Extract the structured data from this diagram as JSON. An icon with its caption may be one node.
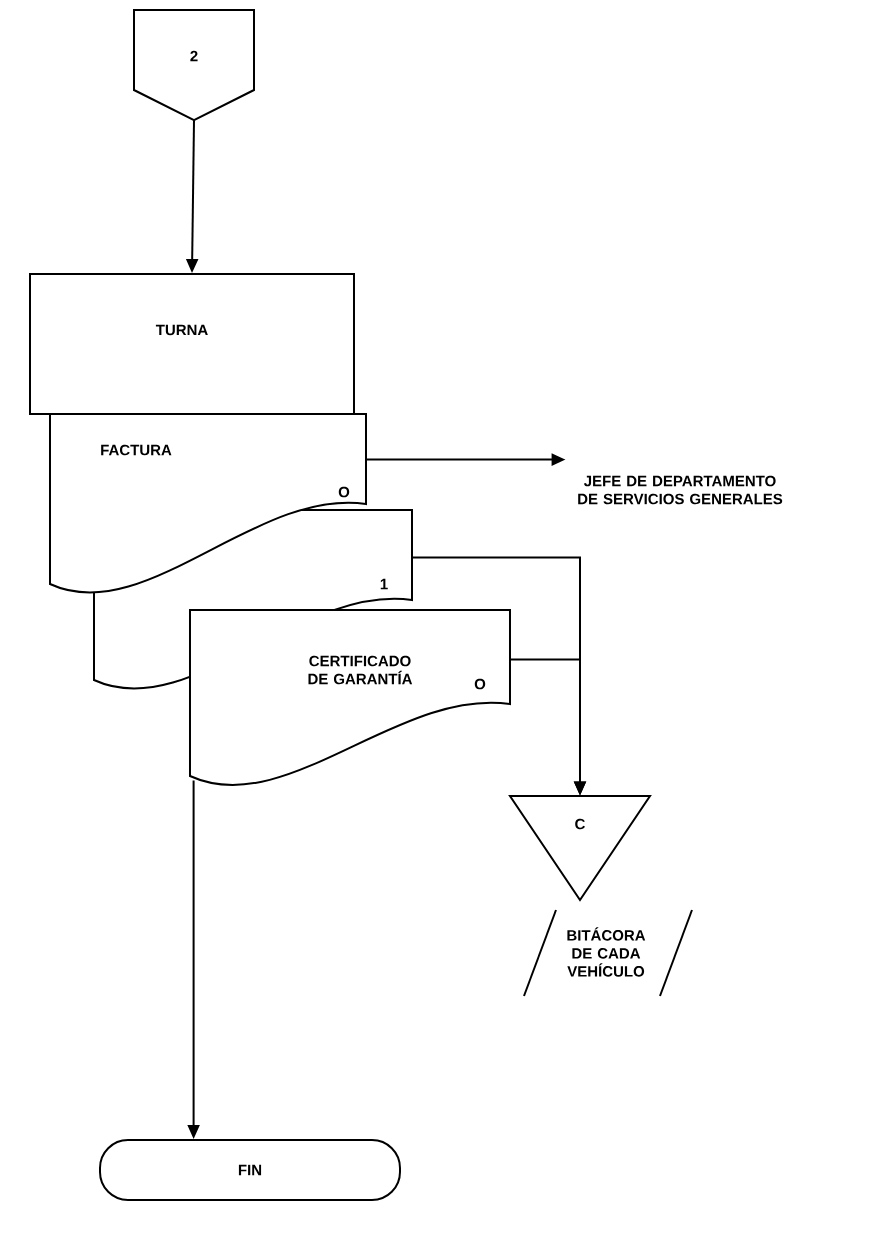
{
  "diagram": {
    "nodes": [
      {
        "text": [
          "2"
        ]
      },
      {
        "text": [
          "TURNA"
        ]
      },
      {
        "text": [
          "FACTURA",
          "O"
        ]
      },
      {
        "text": [
          "1"
        ]
      },
      {
        "text": [
          "CERTIFICADO DE GARANTÍA",
          "O"
        ]
      },
      {
        "text": [
          "JEFE DE DEPARTAMENTO DE SERVICIOS GENERALES"
        ]
      },
      {
        "text": [
          "C"
        ]
      },
      {
        "text": [
          "BITÁCORA DE CADA VEHÍCULO"
        ]
      },
      {
        "text": [
          "FIN"
        ]
      }
    ],
    "edges": [
      {
        "from": 0,
        "to": 1,
        "arrow": "to"
      },
      {
        "from": 2,
        "to": 5,
        "arrow": "to"
      },
      {
        "from": 3,
        "to": 6,
        "arrow": "to"
      },
      {
        "from": 4,
        "to": 6,
        "arrow": "to"
      },
      {
        "from": 4,
        "to": 8,
        "arrow": "to"
      }
    ]
  }
}
